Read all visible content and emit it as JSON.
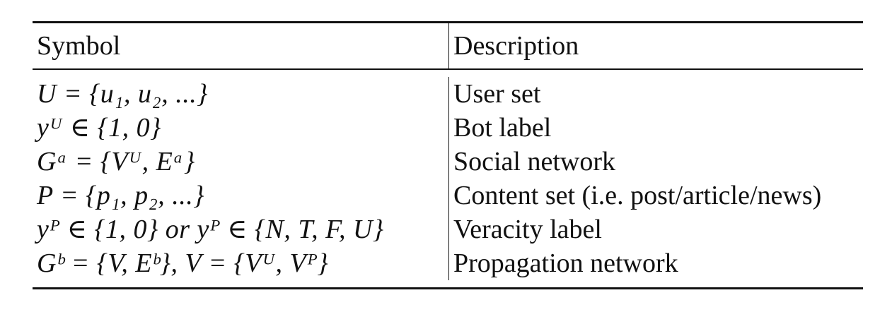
{
  "table": {
    "headers": {
      "symbol": "Symbol",
      "description": "Description"
    },
    "rows": [
      {
        "symbol": "U = {u₁, u₂, ...}",
        "description": "User set"
      },
      {
        "symbol": "yᵁ ∈ {1, 0}",
        "description": "Bot label"
      },
      {
        "symbol": "Gᵃ = {Vᵁ, Eᵃ}",
        "description": "Social network"
      },
      {
        "symbol": "P = {p₁, p₂, ...}",
        "description": "Content set (i.e. post/article/news)"
      },
      {
        "symbol": "yᴾ ∈ {1, 0} or yᴾ ∈ {N, T, F, U}",
        "description": "Veracity label"
      },
      {
        "symbol": "Gᵇ = {V, Eᵇ}, V = {Vᵁ, Vᴾ}",
        "description": "Propagation network"
      }
    ]
  }
}
